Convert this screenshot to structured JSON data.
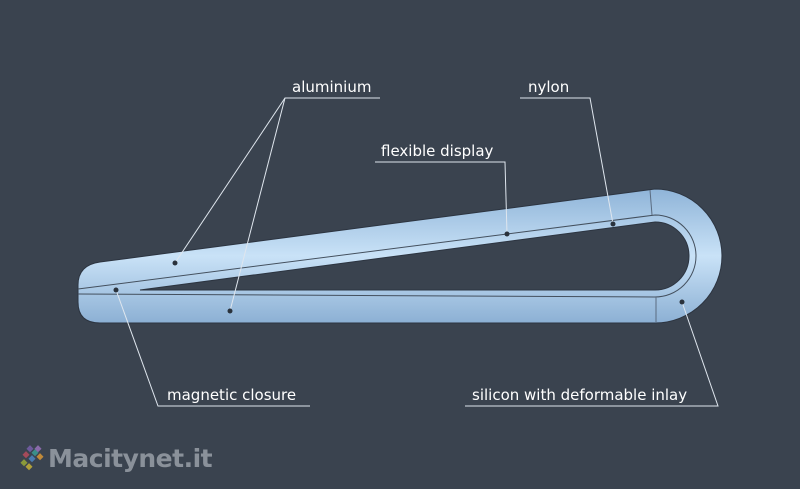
{
  "labels": {
    "aluminium": "aluminium",
    "nylon": "nylon",
    "flexible_display": "flexible display",
    "magnetic_closure": "magnetic closure",
    "silicon": "silicon with deformable inlay"
  },
  "logo": {
    "text": "Macitynet.it"
  },
  "colors": {
    "background": "#3a434f",
    "body": "#b8d6f0",
    "line": "#dfe6ee"
  }
}
